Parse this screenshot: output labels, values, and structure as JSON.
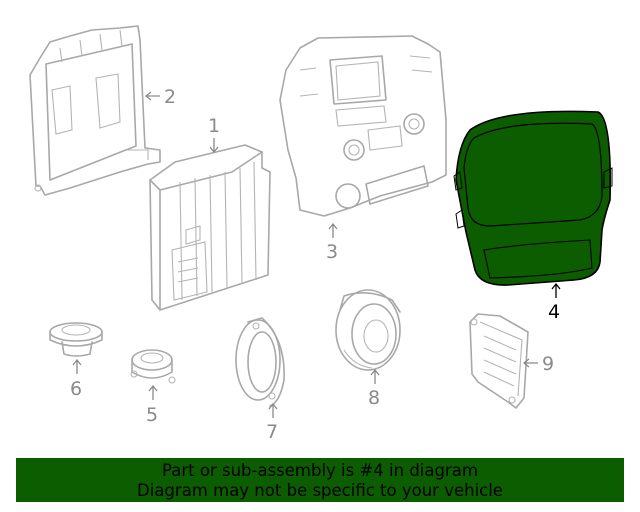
{
  "diagram": {
    "highlight_color": "#0c5d00",
    "highlighted_part": "4",
    "callouts": [
      "1",
      "2",
      "3",
      "4",
      "5",
      "6",
      "7",
      "8",
      "9"
    ]
  },
  "banner": {
    "line1": "Part or sub-assembly is #4 in diagram",
    "line2": "Diagram may not be specific to your vehicle",
    "background": "#0c5d00"
  }
}
